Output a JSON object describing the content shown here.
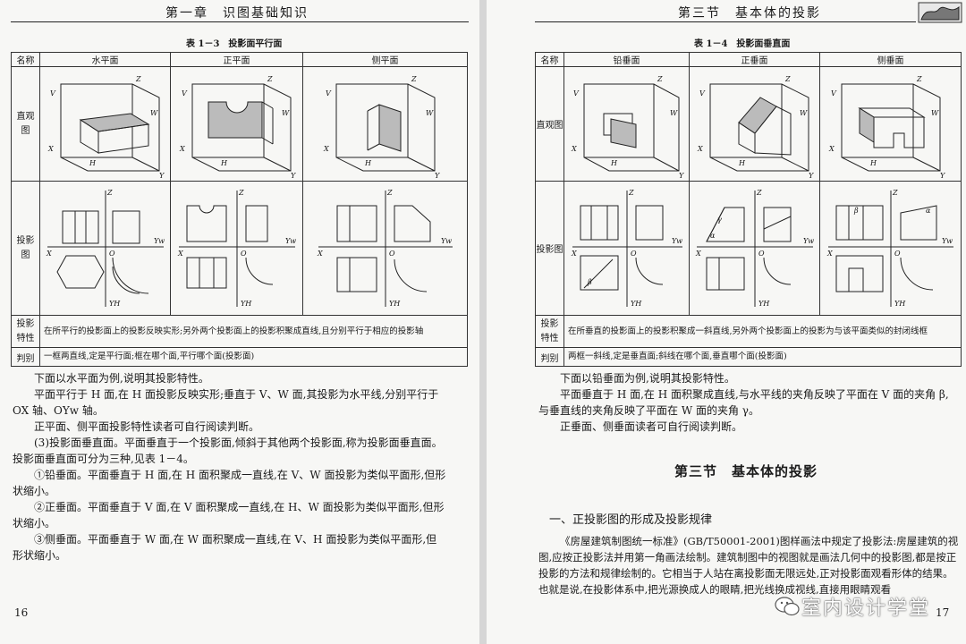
{
  "left": {
    "running_head": "第一章　识图基础知识",
    "table_title": "表 1－3　投影面平行面",
    "col_header": "名称",
    "columns": [
      "水平面",
      "正平面",
      "侧平面"
    ],
    "row_label_3d": "直观\n图",
    "row_label_proj": "投影\n图",
    "row_label_prop": "投影\n特性",
    "property_text": "在所平行的投影面上的投影反映实形;另外两个投影面上的投影积聚成直线,且分别平行于相应的投影轴",
    "row_label_judge": "判别",
    "judge_text": "一框两直线,定是平行面;框在哪个面,平行哪个面(投影面)",
    "paragraphs": [
      {
        "text": "下面以水平面为例,说明其投影特性。",
        "indent": true
      },
      {
        "text": "平面平行于 H 面,在 H 面投影反映实形;垂直于 V、W 面,其投影为水平线,分别平行于 OX 轴、OYw 轴。",
        "indent": true
      },
      {
        "text": "正平面、侧平面投影特性读者可自行阅读判断。",
        "indent": true
      },
      {
        "text": "(3)投影面垂直面。平面垂直于一个投影面,倾斜于其他两个投影面,称为投影面垂直面。投影面垂直面可分为三种,见表 1－4。",
        "indent": true
      },
      {
        "text": "①铅垂面。平面垂直于 H 面,在 H 面积聚成一直线,在 V、W 面投影为类似平面形,但形状缩小。",
        "indent": true
      },
      {
        "text": "②正垂面。平面垂直于 V 面,在 V 面积聚成一直线,在 H、W 面投影为类似平面形,但形状缩小。",
        "indent": true
      },
      {
        "text": "③侧垂面。平面垂直于 W 面,在 W 面积聚成一直线,在 V、H 面投影为类似平面形,但形状缩小。",
        "indent": true
      }
    ],
    "page_number": "16"
  },
  "right": {
    "running_head": "第三节　基本体的投影",
    "table_title": "表 1－4　投影面垂直面",
    "col_header": "名称",
    "columns": [
      "铅垂面",
      "正垂面",
      "侧垂面"
    ],
    "row_label_3d": "直观图",
    "row_label_proj": "投影图",
    "row_label_prop": "投影\n特性",
    "property_text": "在所垂直的投影面上的投影积聚成一斜直线,另外两个投影面上的投影为与该平面类似的封闭线框",
    "row_label_judge": "判别",
    "judge_text": "两框一斜线,定是垂直面;斜线在哪个面,垂直哪个面(投影面)",
    "paragraphs": [
      {
        "text": "下面以铅垂面为例,说明其投影特性。",
        "indent": true
      },
      {
        "text": "平面垂直于 H 面,在 H 面积聚成直线,与水平线的夹角反映了平面在 V 面的夹角 β,与垂直线的夹角反映了平面在 W 面的夹角 γ。",
        "indent": true
      },
      {
        "text": "正垂面、侧垂面读者可自行阅读判断。",
        "indent": true
      }
    ],
    "section_title": "第三节　基本体的投影",
    "subsection_title": "一、正投影图的形成及投影规律",
    "body_paragraph": "《房屋建筑制图统一标准》(GB/T50001-2001)图样画法中规定了投影法:房屋建筑的视图,应按正投影法并用第一角画法绘制。建筑制图中的视图就是画法几何中的投影图,都是按正投影的方法和规律绘制的。它相当于人站在离投影面无限远处,正对投影面观看形体的结果。也就是说,在投影体系中,把光源换成人的眼睛,把光线换成视线,直接用眼睛观看",
    "page_number": "17",
    "watermark": "室内设计学堂"
  }
}
